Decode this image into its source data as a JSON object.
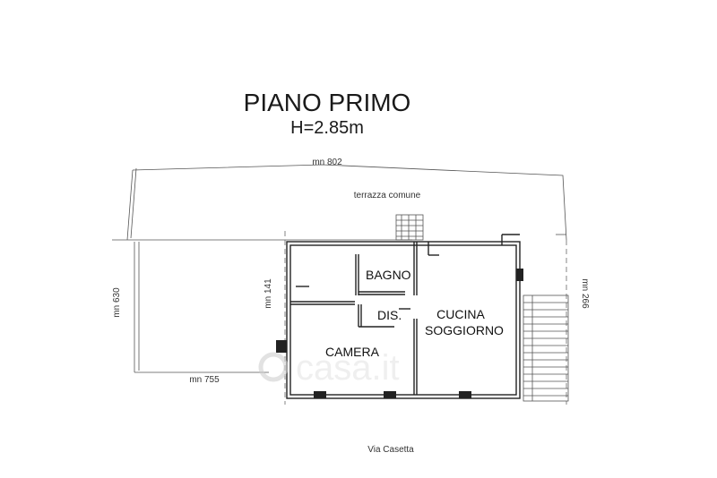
{
  "header": {
    "title": "PIANO PRIMO",
    "height": "H=2.85m"
  },
  "labels": {
    "terrace": "terrazza comune",
    "street": "Via Casetta",
    "mn_top": "mn 802",
    "mn_left": "mn 630",
    "mn_mid": "mn 141",
    "mn_right": "mn 266",
    "mn_bottom": "mn 755"
  },
  "rooms": {
    "bagno": "BAGNO",
    "dis": "DIS.",
    "cucina": "CUCINA",
    "soggiorno": "SOGGIORNO",
    "camera": "CAMERA"
  },
  "watermark": "casa.it"
}
